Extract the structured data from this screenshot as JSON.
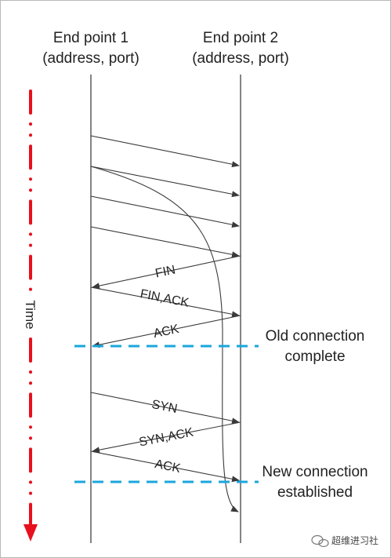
{
  "endpoints": [
    {
      "name": "End point 1",
      "detail": "(address, port)"
    },
    {
      "name": "End point 2",
      "detail": "(address, port)"
    }
  ],
  "time_axis": {
    "label": "Time",
    "color": "#e8101c"
  },
  "messages": {
    "fin": "FIN",
    "fin_ack": "FIN,ACK",
    "ack_close": "ACK",
    "syn": "SYN",
    "syn_ack": "SYN,ACK",
    "ack_open": "ACK"
  },
  "annotations": {
    "old_connection": [
      "Old connection",
      "complete"
    ],
    "new_connection": [
      "New connection",
      "established"
    ]
  },
  "colors": {
    "boundary": "#1aa7dc",
    "arrow": "#3a3a3a"
  },
  "watermark": {
    "text": "超维进习社",
    "icon": "wechat-icon"
  }
}
